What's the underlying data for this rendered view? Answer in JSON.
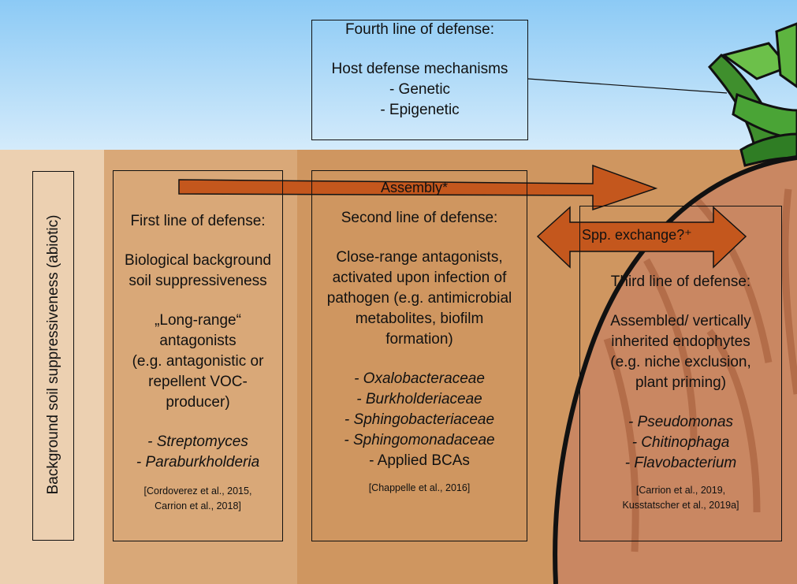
{
  "colors": {
    "sky_top": "#8ccaf5",
    "sky_bottom": "#d4ebfb",
    "soil_light": "#ecd0b1",
    "soil_mid": "#d9a878",
    "soil_dark": "#cf9660",
    "arrow": "#c4571d",
    "root": "#c98762",
    "stem": "#4fa83a"
  },
  "fourth": {
    "title": "Fourth line of defense:",
    "heading": "Host defense mechanisms",
    "items": [
      "-  Genetic",
      "-  Epigenetic"
    ]
  },
  "background": {
    "label": "Background soil suppressiveness (abiotic)"
  },
  "first": {
    "title": "First line of defense:",
    "subtitle": [
      "Biological background",
      "soil suppressiveness"
    ],
    "description": [
      "„Long-range“",
      "antagonists",
      "(e.g. antagonistic or",
      "repellent VOC-",
      "producer)"
    ],
    "taxa": [
      "-  Streptomyces",
      "- Paraburkholderia"
    ],
    "citation": [
      "[Cordoverez et al., 2015,",
      "Carrion et al., 2018]"
    ]
  },
  "second": {
    "title": "Second line of defense:",
    "description": [
      "Close-range antagonists,",
      "activated upon infection of",
      "pathogen  (e.g. antimicrobial",
      "metabolites, biofilm",
      "formation)"
    ],
    "taxa": [
      "-  Oxalobacteraceae",
      "-  Burkholderiaceae",
      "-  Sphingobacteriaceae",
      "-  Sphingomonadaceae"
    ],
    "extra": "-  Applied BCAs",
    "citation": "[Chappelle et al., 2016]"
  },
  "third": {
    "title": "Third line of defense:",
    "description": [
      "Assembled/ vertically",
      "inherited endophytes",
      "(e.g. niche exclusion,",
      "plant priming)"
    ],
    "taxa": [
      "-  Pseudomonas",
      "-  Chitinophaga",
      "-  Flavobacterium"
    ],
    "citation": [
      "[Carrion et al., 2019,",
      "Kusstatscher et al., 2019a]"
    ]
  },
  "arrows": {
    "assembly": "Assembly*",
    "exchange": "Spp. exchange?⁺"
  }
}
